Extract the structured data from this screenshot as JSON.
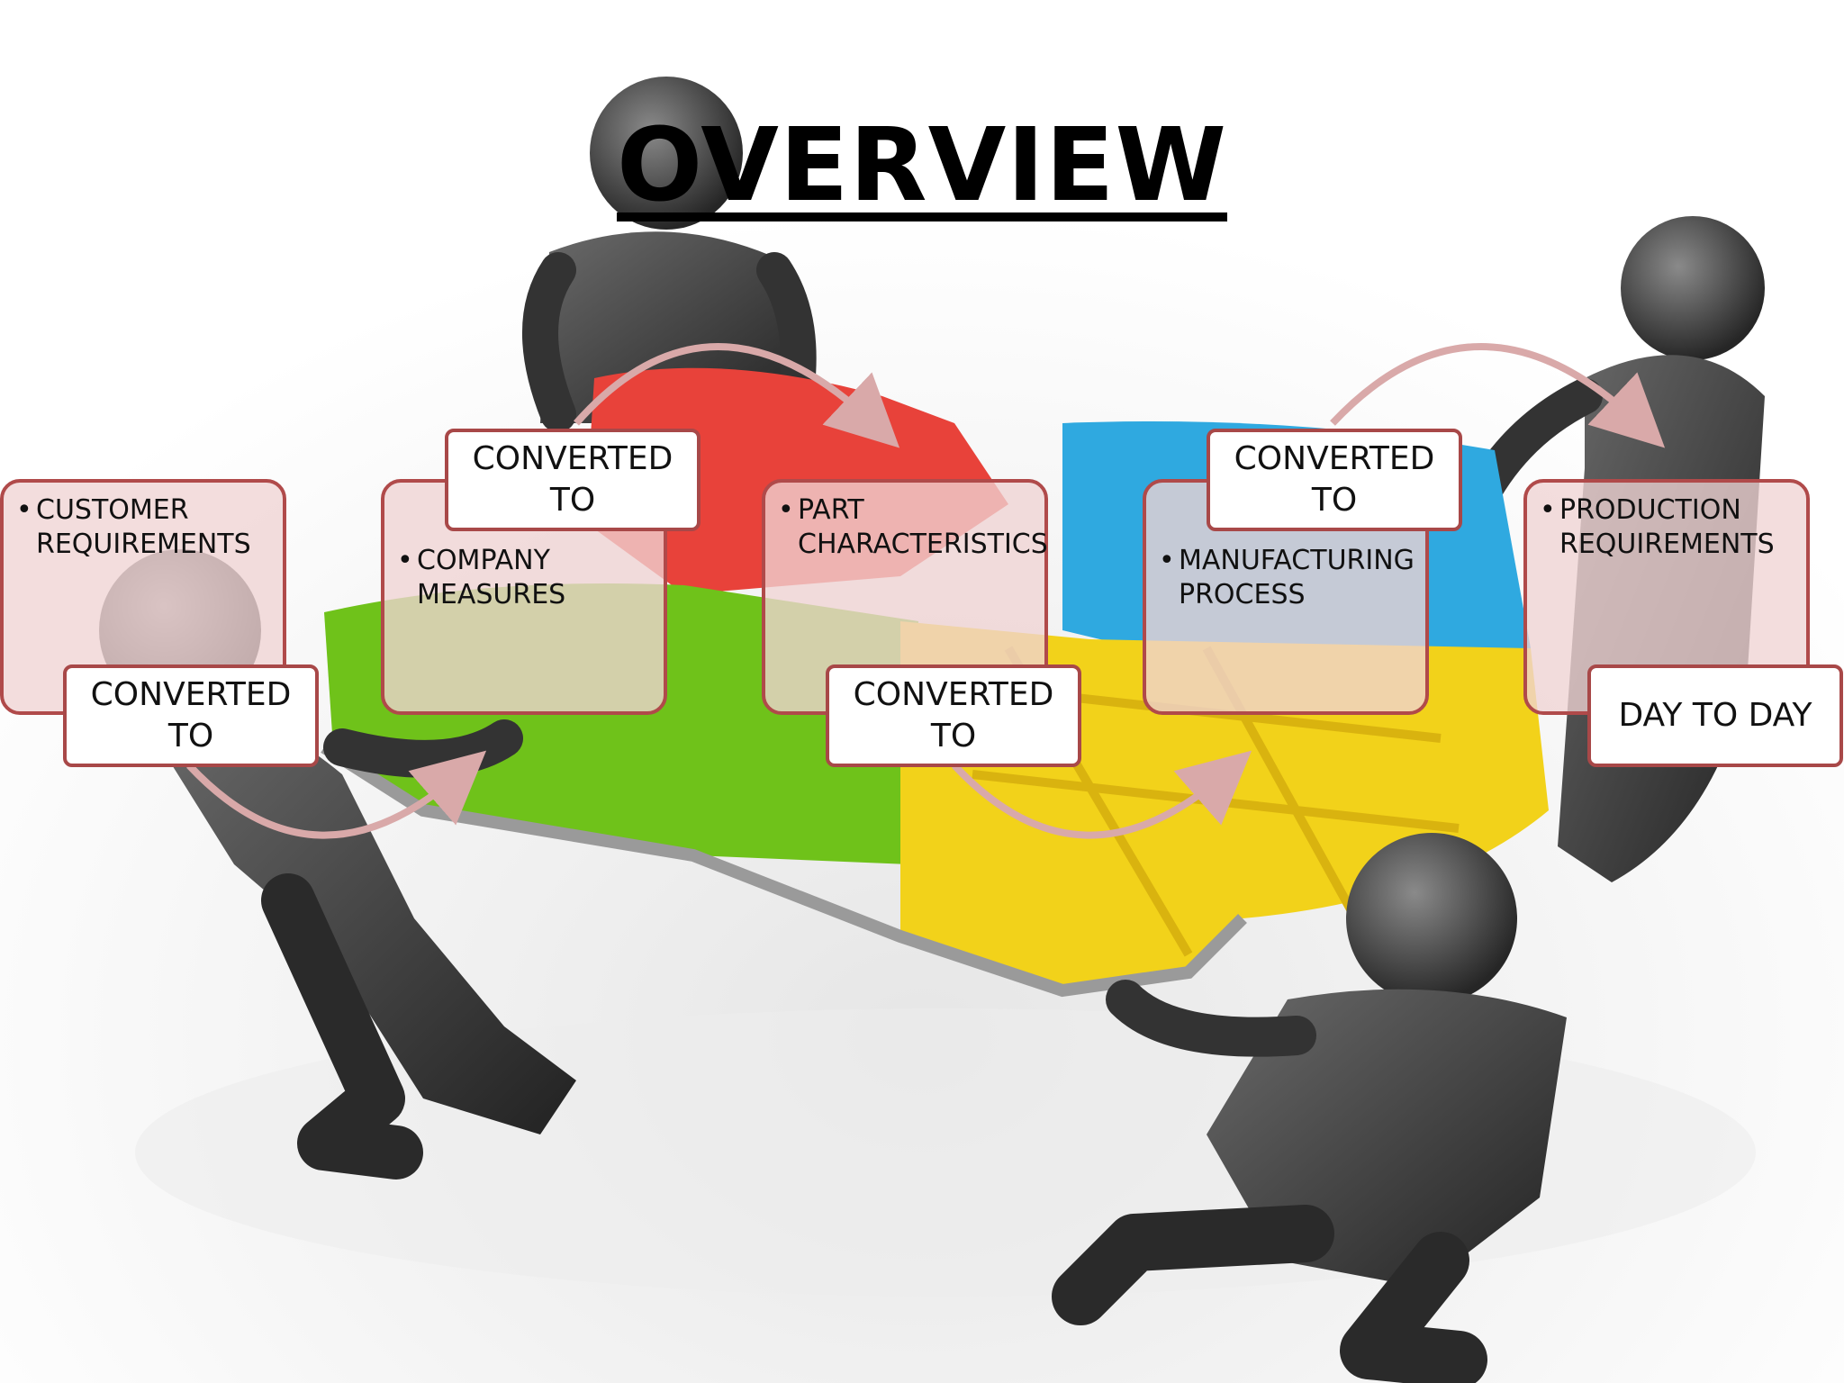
{
  "title": "OVERVIEW",
  "stages": [
    {
      "label": "CUSTOMER REQUIREMENTS"
    },
    {
      "label": "COMPANY MEASURES"
    },
    {
      "label": "PART CHARACTERISTICS"
    },
    {
      "label": "MANUFACTURING PROCESS"
    },
    {
      "label": "PRODUCTION REQUIREMENTS"
    }
  ],
  "connectors": [
    {
      "label": "CONVERTED\nTO"
    },
    {
      "label": "CONVERTED\nTO"
    },
    {
      "label": "CONVERTED\nTO"
    },
    {
      "label": "CONVERTED\nTO"
    },
    {
      "label": "DAY TO DAY"
    }
  ],
  "colors": {
    "box_border": "#b04a4a",
    "box_fill": "#f0d4d4",
    "arrow": "#d9a9a9",
    "puzzle_red": "#e8423a",
    "puzzle_green": "#6fc21a",
    "puzzle_blue": "#2fa9e0",
    "puzzle_yellow": "#f2d21a",
    "figure": "#3a3a3a"
  }
}
